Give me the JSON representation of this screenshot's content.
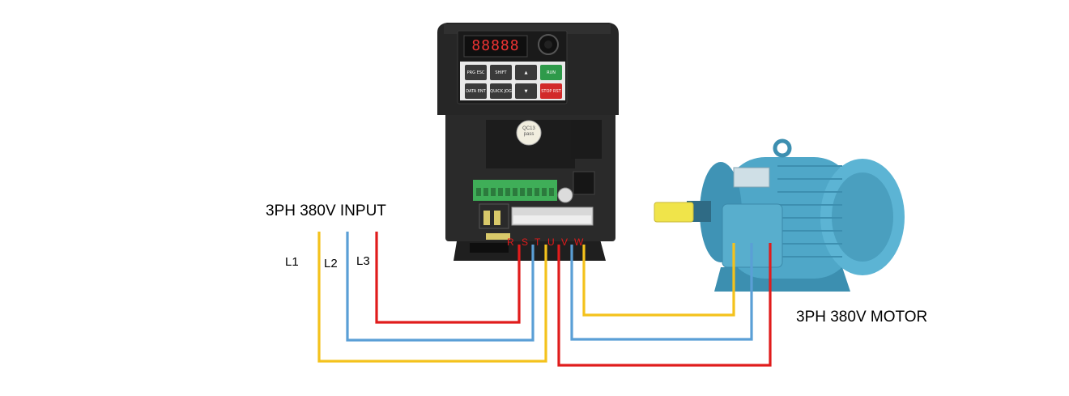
{
  "diagram": {
    "input_label": "3PH 380V INPUT",
    "motor_label": "3PH 380V MOTOR",
    "lines": [
      {
        "label": "L1",
        "color": "#f4c21c"
      },
      {
        "label": "L2",
        "color": "#5a9fd6"
      },
      {
        "label": "L3",
        "color": "#e01c1c"
      }
    ],
    "inverter": {
      "display": "88888",
      "input_terminals": [
        "R",
        "S",
        "T"
      ],
      "output_terminals": [
        "U",
        "V",
        "W"
      ],
      "keys": [
        {
          "label": "PRG ESC"
        },
        {
          "label": "SHIFT"
        },
        {
          "label": "▲"
        },
        {
          "label": "RUN"
        },
        {
          "label": "DATA ENT"
        },
        {
          "label": "QUICK JOG"
        },
        {
          "label": "▼"
        },
        {
          "label": "STOP RST"
        }
      ],
      "sticker": "QC13 pass"
    },
    "motor": {
      "body_color": "#4fa7c8",
      "shaft_color": "#f0e44a"
    }
  }
}
